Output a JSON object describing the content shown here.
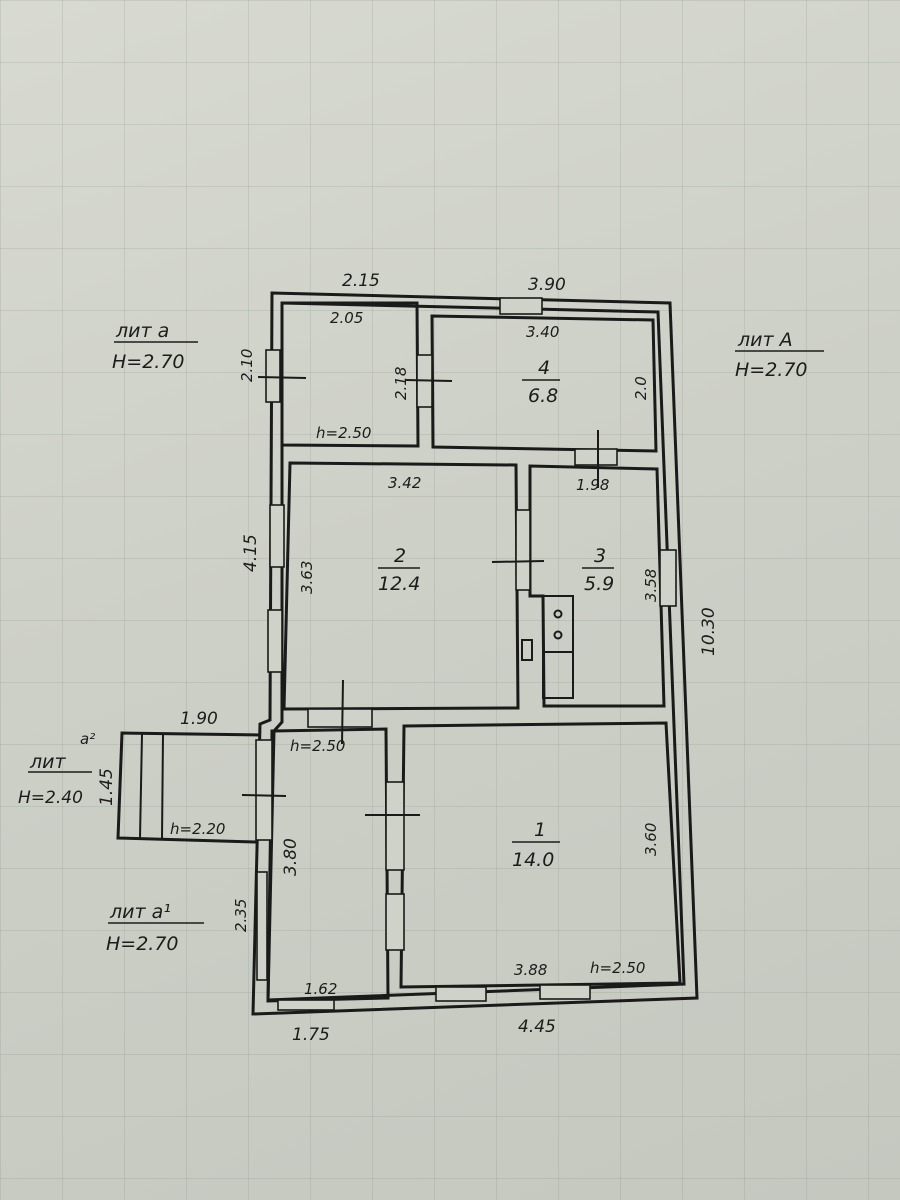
{
  "annotations": {
    "lit_a_top_left": {
      "name": "лит а",
      "height": "H=2.70"
    },
    "lit_a_top_right": {
      "name": "лит А",
      "height": "H=2.70"
    },
    "lit_a2_left": {
      "name": "лит",
      "superscript": "a²",
      "height": "H=2.40"
    },
    "lit_a1_bottom_left": {
      "name": "лит а¹",
      "height": "H=2.70"
    }
  },
  "dimensions": {
    "top_left": "2.15",
    "top_right": "3.90",
    "room_small_top": "2.05",
    "room4_top": "3.40",
    "left_wall_upper": "2.10",
    "small_room_side": "2.18",
    "room4_side": "2.0",
    "small_room_height": "h=2.50",
    "room2_top": "3.42",
    "room3_top": "1.98",
    "left_wall_mid": "4.15",
    "room2_side": "3.63",
    "room3_side": "3.58",
    "total_right": "10.30",
    "annex_top": "1.90",
    "annex_side": "1.45",
    "annex_height": "h=2.20",
    "hall_height": "h=2.50",
    "hall_side": "3.80",
    "room1_side": "3.60",
    "left_wall_lower": "2.35",
    "hall_bottom": "1.62",
    "room1_bottom": "3.88",
    "room1_height": "h=2.50",
    "bottom_left": "1.75",
    "bottom_right": "4.45"
  },
  "rooms": [
    {
      "number": "4",
      "area": "6.8"
    },
    {
      "number": "2",
      "area": "12.4"
    },
    {
      "number": "3",
      "area": "5.9"
    },
    {
      "number": "1",
      "area": "14.0"
    }
  ]
}
